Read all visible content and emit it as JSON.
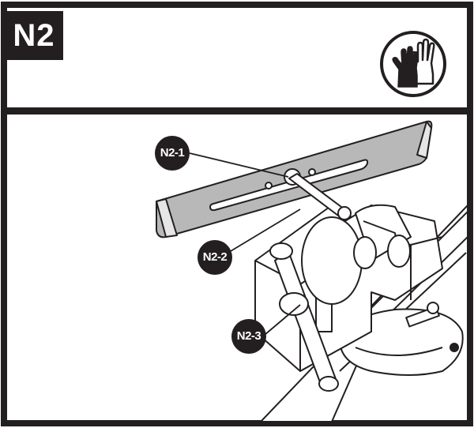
{
  "header": {
    "step_label": "N2",
    "icon": "gloves-icon"
  },
  "callouts": [
    {
      "id": "n2-1",
      "label": "N2-1"
    },
    {
      "id": "n2-2",
      "label": "N2-2"
    },
    {
      "id": "n2-3",
      "label": "N2-3"
    }
  ]
}
